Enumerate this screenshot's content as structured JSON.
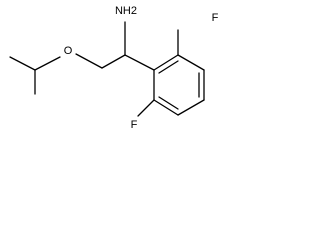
{
  "molecule": {
    "labels": {
      "amine": "NH2",
      "ether_oxygen": "O",
      "fluorine_top": "F",
      "fluorine_bottom": "F"
    },
    "colors": {
      "bond": "#000000",
      "text": "#000000",
      "background": "#ffffff"
    }
  }
}
